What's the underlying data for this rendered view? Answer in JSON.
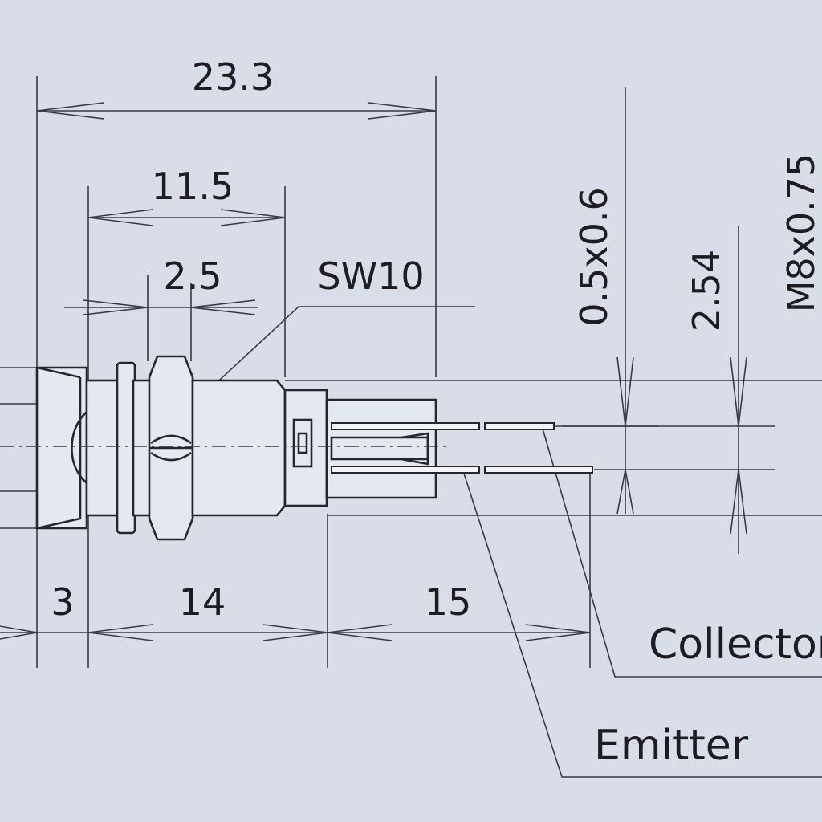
{
  "dimensions": {
    "overall_length": "23.3",
    "flange_to_nut": "11.5",
    "nut_width": "2.5",
    "wrench_size": "SW10",
    "head_length": "3",
    "body_length": "14",
    "lead_length": "15",
    "pin_size": "0.5x0.6",
    "pin_pitch": "2.54",
    "thread": "M8x0.75"
  },
  "labels": {
    "collector": "Collector",
    "emitter": "Emitter"
  },
  "colors": {
    "background": "#d8dde8",
    "line": "#26262e"
  }
}
